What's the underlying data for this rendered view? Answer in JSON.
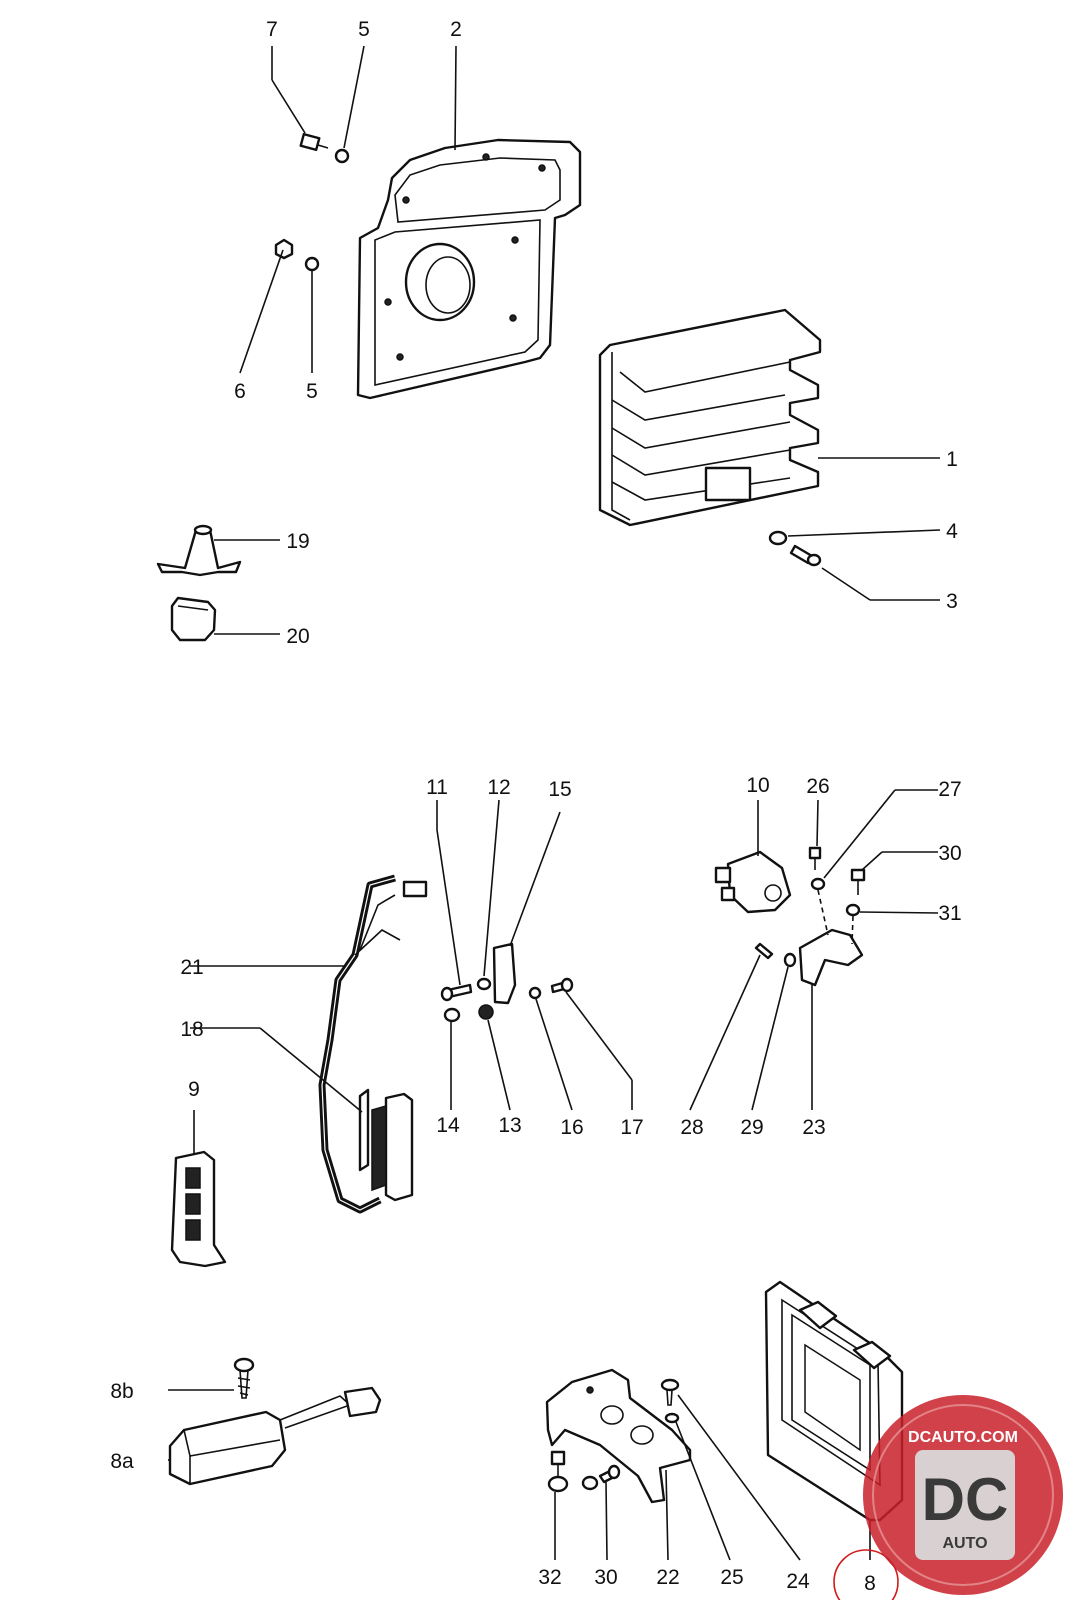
{
  "labels": {
    "l1": "1",
    "l2": "2",
    "l3": "3",
    "l4": "4",
    "l5a": "5",
    "l5b": "5",
    "l6": "6",
    "l7": "7",
    "l8": "8",
    "l8a": "8a",
    "l8b": "8b",
    "l9": "9",
    "l10": "10",
    "l11": "11",
    "l12": "12",
    "l13": "13",
    "l14": "14",
    "l15": "15",
    "l16": "16",
    "l17": "17",
    "l18": "18",
    "l19": "19",
    "l20": "20",
    "l21": "21",
    "l22": "22",
    "l23": "23",
    "l24": "24",
    "l25": "25",
    "l26": "26",
    "l27": "27",
    "l28": "28",
    "l29": "29",
    "l30a": "30",
    "l30b": "30",
    "l31": "31",
    "l32": "32"
  },
  "watermark": {
    "site": "DCAUTO.COM",
    "initials": "DC",
    "word": "AUTO",
    "colors": {
      "red": "#c8202a",
      "silver": "#d8d8d8",
      "dark": "#3a3a3a"
    }
  },
  "highlight": {
    "part": "8",
    "color": "#d11a1a"
  }
}
